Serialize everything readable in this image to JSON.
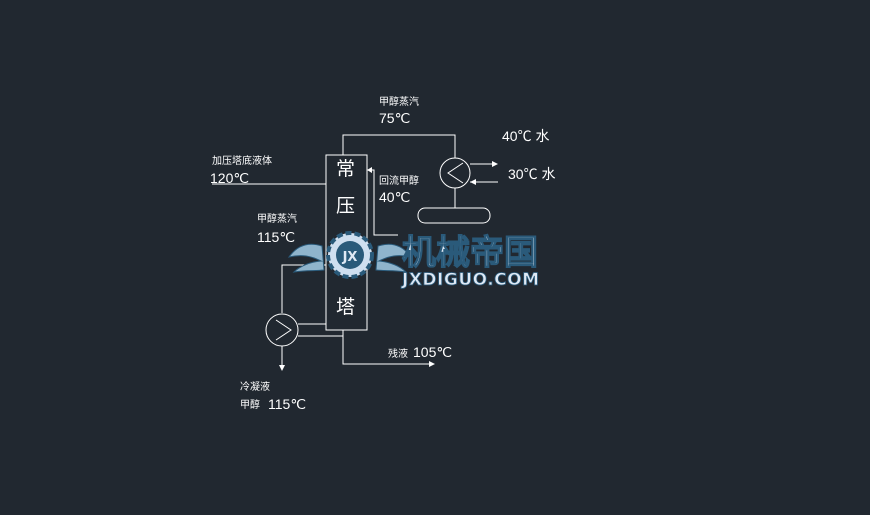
{
  "diagram": {
    "tower_label": [
      "常",
      "压",
      "塔"
    ],
    "labels": {
      "top_vapor_name": "甲醇蒸汽",
      "top_vapor_temp": "75℃",
      "cooling_water_in": "40℃ 水",
      "cooling_water_out": "30℃ 水",
      "feed_name": "加压塔底液体",
      "feed_temp": "120℃",
      "reflux_name": "回流甲醇",
      "reflux_temp": "40℃",
      "reboiler_vapor_name": "甲醇蒸汽",
      "reboiler_vapor_temp": "115℃",
      "residue_name": "残液",
      "residue_temp": "105℃",
      "condensate_name": "冷凝液",
      "condensate_label": "甲醇",
      "condensate_temp": "115℃"
    }
  },
  "watermark": {
    "name_cn": "机械帝国",
    "name_en": "JXDIGUO.COM",
    "badge": "JX"
  },
  "colors": {
    "background": "#212830",
    "line": "#ffffff",
    "watermark": "#dfe9f5",
    "watermark_outline": "#2a5a7a",
    "wing": "#8fb4cc"
  }
}
